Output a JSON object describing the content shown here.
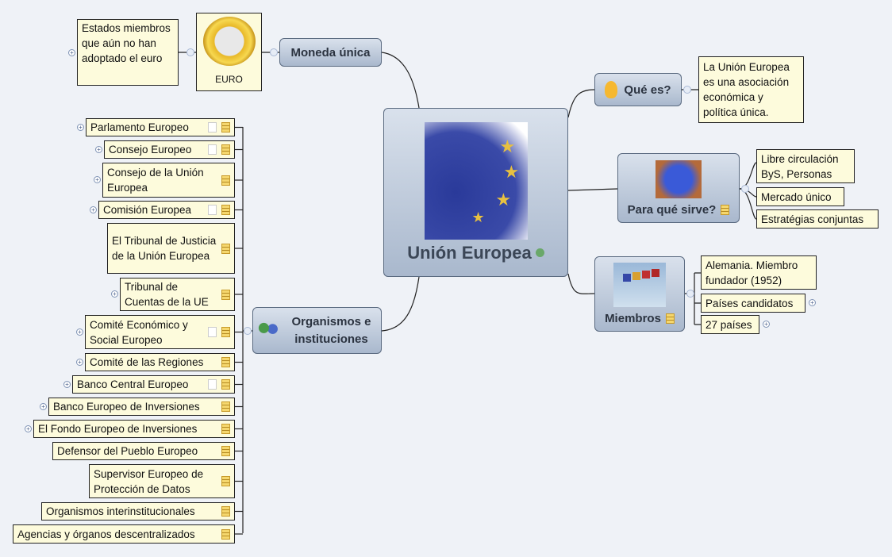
{
  "central": {
    "title": "Unión Europea",
    "icon": "globe-icon",
    "image": "europe-map-eu-flag"
  },
  "moneda": {
    "title": "Moneda única",
    "euro_label": "EURO",
    "child": "Estados miembros que aún no han adoptado el euro"
  },
  "que_es": {
    "title": "Qué es?",
    "icon": "lightbulb-icon",
    "child": "La Unión Europea es una asociación económica y política única."
  },
  "para_que": {
    "title": "Para qué sirve?",
    "children": [
      "Libre circulación ByS, Personas",
      "Mercado único",
      "Estratégias conjuntas"
    ]
  },
  "miembros": {
    "title": "Miembros",
    "children": [
      "Alemania. Miembro fundador (1952)",
      "Países candidatos",
      "27 países"
    ]
  },
  "organismos": {
    "title": "Organismos e instituciones",
    "icon": "users-icon",
    "children": [
      "Parlamento Europeo",
      "Consejo Europeo",
      "Consejo de la Unión Europea",
      "Comisión Europea",
      "El Tribunal de Justicia de la Unión Europea",
      "Tribunal de Cuentas de la UE",
      "Comité Económico y Social Europeo",
      "Comité de las Regiones",
      "Banco Central Europeo",
      "Banco Europeo de Inversiones",
      "El Fondo Europeo de Inversiones",
      "Defensor del Pueblo Europeo",
      "Supervisor Europeo de Protección de Datos",
      "Organismos interinstitucionales",
      "Agencias y órganos descentralizados"
    ]
  },
  "colors": {
    "background": "#eff2f7",
    "topic": "#a9b8cd",
    "subtopic": "#fdfbdc"
  }
}
